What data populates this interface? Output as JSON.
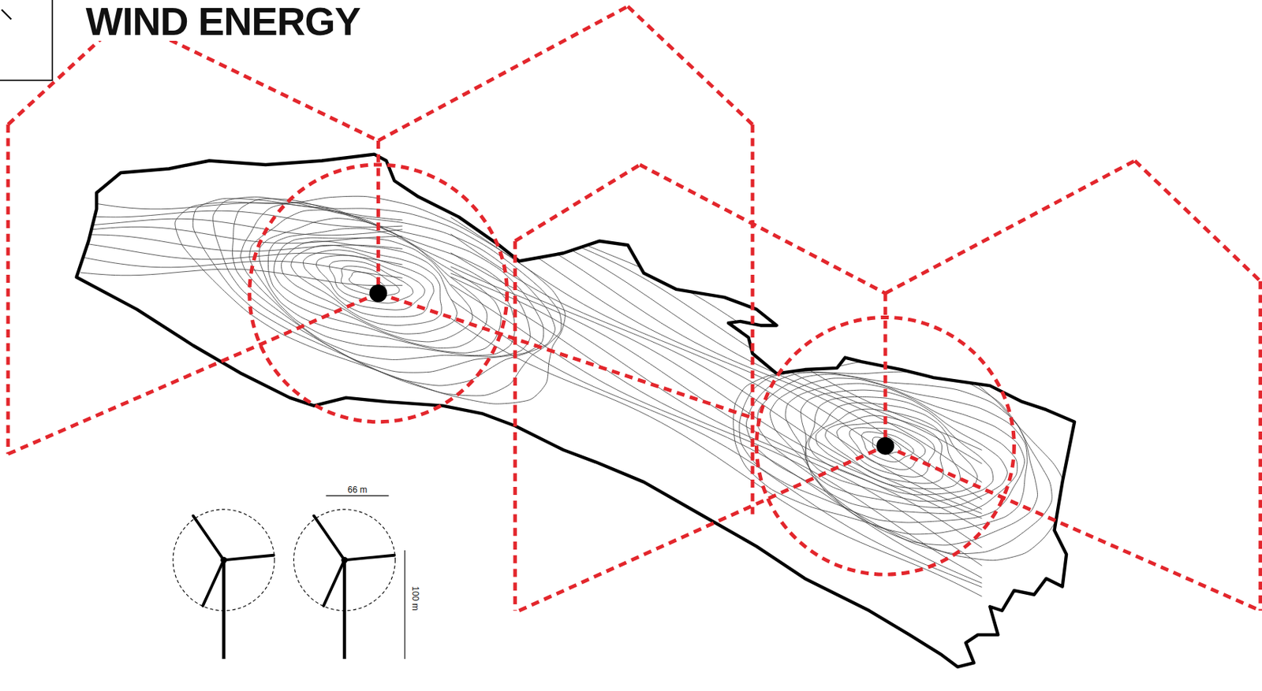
{
  "diagram": {
    "title": "WIND ENERGY",
    "labels": [
      "66 m",
      "100 m"
    ]
  }
}
